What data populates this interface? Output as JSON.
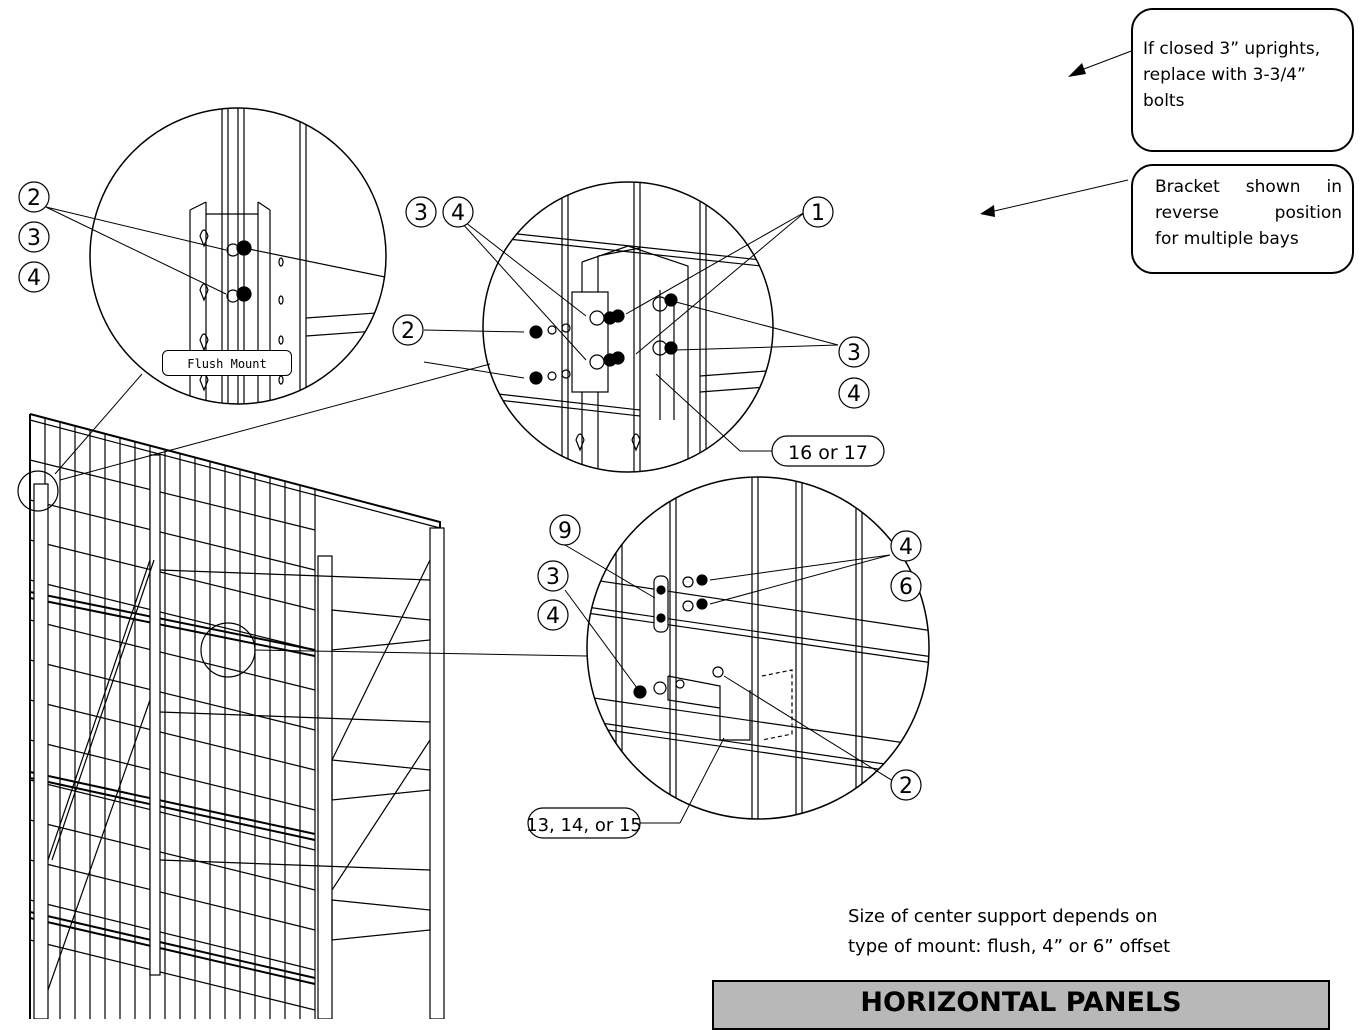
{
  "notes": {
    "closed_uprights": [
      "If closed 3” uprights,",
      "replace with 3-3/4”",
      "bolts"
    ],
    "bracket_reverse": [
      "Bracket shown in",
      "reverse position",
      "for multiple bays"
    ]
  },
  "flush_mount_label": "Flush Mount",
  "center_support_note": [
    "Size of center support depends on",
    "type of mount: flush, 4” or 6” offset"
  ],
  "title": "HORIZONTAL PANELS",
  "callouts": {
    "left_detail": [
      "2",
      "3",
      "4"
    ],
    "top_detail_left": [
      "3",
      "4"
    ],
    "top_detail_2": "2",
    "top_detail_1": "1",
    "top_detail_right": [
      "3",
      "4"
    ],
    "top_detail_part": "16 or 17",
    "bottom_detail_9": "9",
    "bottom_detail_left": [
      "3",
      "4"
    ],
    "bottom_detail_right": [
      "4",
      "6"
    ],
    "bottom_detail_2": "2",
    "bottom_detail_part": "13, 14, or 15"
  }
}
